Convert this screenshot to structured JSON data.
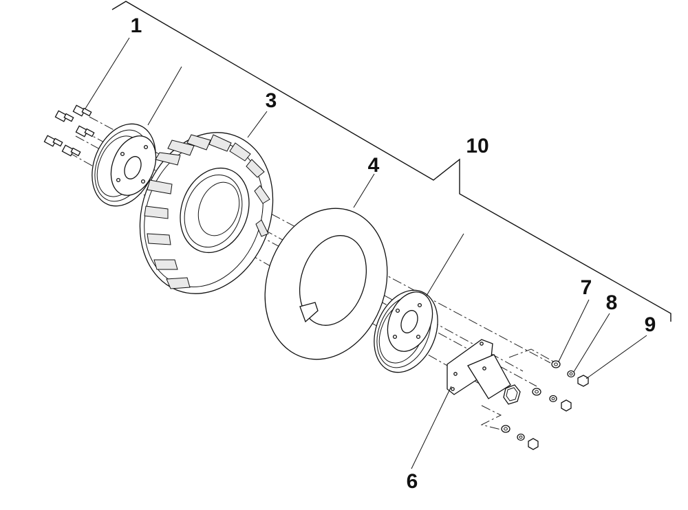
{
  "diagram": {
    "callouts": [
      {
        "id": "c1",
        "label": "1"
      },
      {
        "id": "c3",
        "label": "3"
      },
      {
        "id": "c4",
        "label": "4"
      },
      {
        "id": "c6",
        "label": "6"
      },
      {
        "id": "c7",
        "label": "7"
      },
      {
        "id": "c8",
        "label": "8"
      },
      {
        "id": "c9",
        "label": "9"
      },
      {
        "id": "c10",
        "label": "10"
      }
    ]
  }
}
